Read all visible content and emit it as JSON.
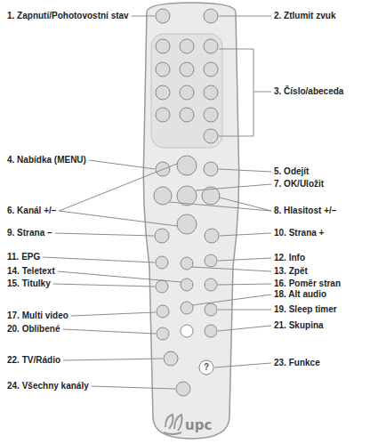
{
  "diagram": {
    "labels": [
      "1. Zapnutí/Pohotovostní stav",
      "2. Ztlumit zvuk",
      "3. Číslo/abeceda",
      "4. Nabídka (MENU)",
      "5. Odejít",
      "6. Kanál +/–",
      "7. OK/Uložit",
      "8. Hlasitost +/–",
      "9. Strana –",
      "10. Strana +",
      "11. EPG",
      "12. Info",
      "13. Zpět",
      "14. Teletext",
      "15. Titulky",
      "16. Poměr stran",
      "17. Multi video",
      "18. Alt audio",
      "19. Sleep timer",
      "20. Oblíbené",
      "21. Skupina",
      "22. TV/Rádio",
      "23. Funkce",
      "24. Všechny kanály",
      "?",
      "upc"
    ]
  }
}
